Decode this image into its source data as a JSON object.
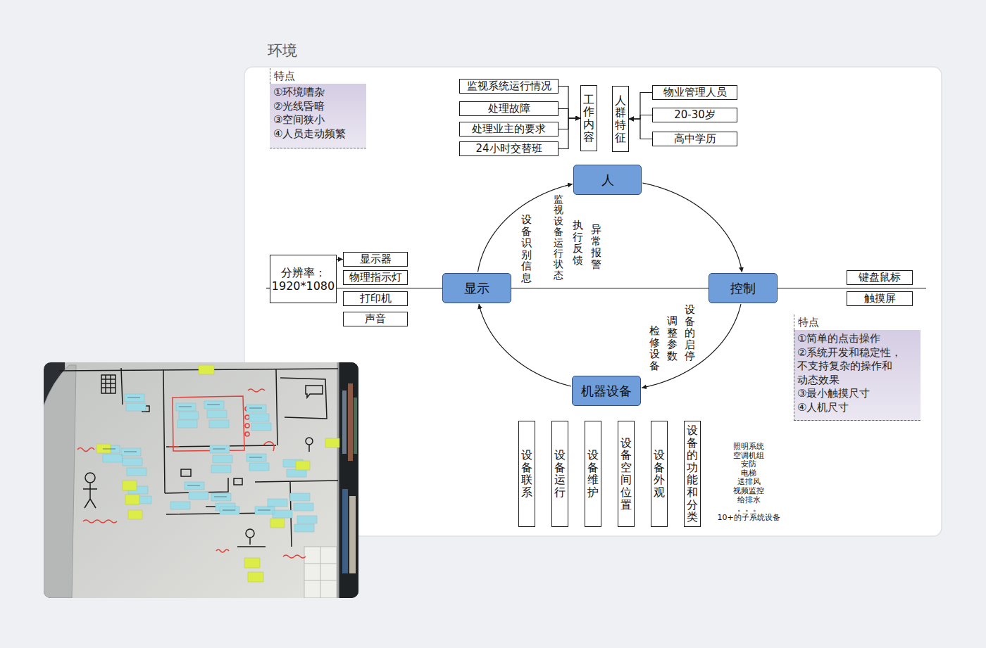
{
  "diagram": {
    "nodes": [
      {
        "text": [
          "环境"
        ]
      },
      {
        "text": [
          "特点",
          "①环境嘈杂",
          "②光线昏暗",
          "③空间狭小",
          "④人员走动频繁"
        ],
        "in": 0
      },
      {
        "text": [
          "监视系统运行情况"
        ],
        "in": 0
      },
      {
        "text": [
          "处理故障"
        ],
        "in": 0
      },
      {
        "text": [
          "处理业主的要求"
        ],
        "in": 0
      },
      {
        "text": [
          "24小时交替班"
        ],
        "in": 0
      },
      {
        "text": [
          "工作内容"
        ],
        "in": 0
      },
      {
        "text": [
          "人群特征"
        ],
        "in": 0
      },
      {
        "text": [
          "物业管理人员"
        ],
        "in": 0
      },
      {
        "text": [
          "20-30岁"
        ],
        "in": 0
      },
      {
        "text": [
          "高中学历"
        ],
        "in": 0
      },
      {
        "text": [
          "人"
        ],
        "in": 0
      },
      {
        "text": [
          "分辨率： 1920*1080"
        ],
        "in": 0
      },
      {
        "text": [
          "显示器"
        ],
        "in": 0
      },
      {
        "text": [
          "物理指示灯"
        ],
        "in": 0
      },
      {
        "text": [
          "打印机"
        ],
        "in": 0
      },
      {
        "text": [
          "声音"
        ],
        "in": 0
      },
      {
        "text": [
          "显示"
        ],
        "in": 0
      },
      {
        "text": [
          "控制"
        ],
        "in": 0
      },
      {
        "text": [
          "键盘鼠标"
        ],
        "in": 0
      },
      {
        "text": [
          "触摸屏"
        ],
        "in": 0
      },
      {
        "text": [
          "特点",
          "①简单的点击操作",
          "②系统开发和稳定性， 不支持复杂的操作和 动态效果",
          "③最小触摸尺寸",
          "④人机尺寸"
        ],
        "in": 0
      },
      {
        "text": [
          "机器设备"
        ],
        "in": 0
      },
      {
        "text": [
          "设备联系"
        ],
        "in": 0
      },
      {
        "text": [
          "设备运行"
        ],
        "in": 0
      },
      {
        "text": [
          "设备维护"
        ],
        "in": 0
      },
      {
        "text": [
          "设备空间位置"
        ],
        "in": 0
      },
      {
        "text": [
          "设备外观"
        ],
        "in": 0
      },
      {
        "text": [
          "设备的功能和分类"
        ],
        "in": 0
      }
    ],
    "edges": [
      {
        "from": 2,
        "to": 6,
        "arrow": "to"
      },
      {
        "from": 3,
        "to": 6,
        "arrow": "to"
      },
      {
        "from": 4,
        "to": 6,
        "arrow": "to"
      },
      {
        "from": 5,
        "to": 6,
        "arrow": "to"
      },
      {
        "from": 8,
        "to": 7,
        "arrow": "to"
      },
      {
        "from": 9,
        "to": 7,
        "arrow": "to"
      },
      {
        "from": 10,
        "to": 7,
        "arrow": "to"
      },
      {
        "from": 17,
        "to": 11,
        "arrow": "to"
      },
      {
        "from": 11,
        "to": 18,
        "arrow": "to"
      },
      {
        "from": 18,
        "to": 22,
        "arrow": "to"
      },
      {
        "from": 22,
        "to": 17,
        "arrow": "to"
      },
      {
        "from": 12,
        "to": 17,
        "arrow": "none"
      },
      {
        "from": 17,
        "to": 18,
        "arrow": "none"
      },
      {
        "from": 12,
        "to": 13,
        "arrow": "to"
      }
    ],
    "labels": [
      "设备识别信息",
      "监视设备运行状态",
      "执行反馈",
      "异常报警",
      "设备的启停",
      "调整参数",
      "检修设备",
      "照明系统",
      "空调机组",
      "安防",
      "电梯",
      "送排风",
      "视频监控",
      "给排水",
      "。。。",
      "10+的子系统设备"
    ]
  }
}
